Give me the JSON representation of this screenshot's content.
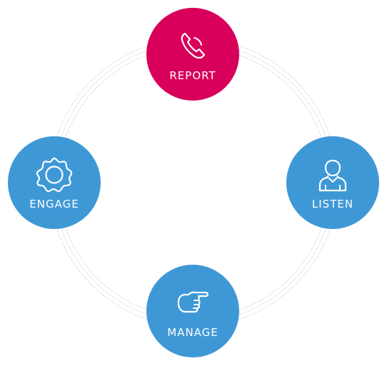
{
  "diagram": {
    "nodes": [
      {
        "id": "report",
        "label": "REPORT",
        "icon": "phone-icon",
        "color": "#d8005a"
      },
      {
        "id": "listen",
        "label": "LISTEN",
        "icon": "person-icon",
        "color": "#3f98d6"
      },
      {
        "id": "manage",
        "label": "MANAGE",
        "icon": "pointing-hand-icon",
        "color": "#3f98d6"
      },
      {
        "id": "engage",
        "label": "ENGAGE",
        "icon": "gear-icon",
        "color": "#3f98d6"
      }
    ],
    "ring_color": "#cfcfcf"
  }
}
